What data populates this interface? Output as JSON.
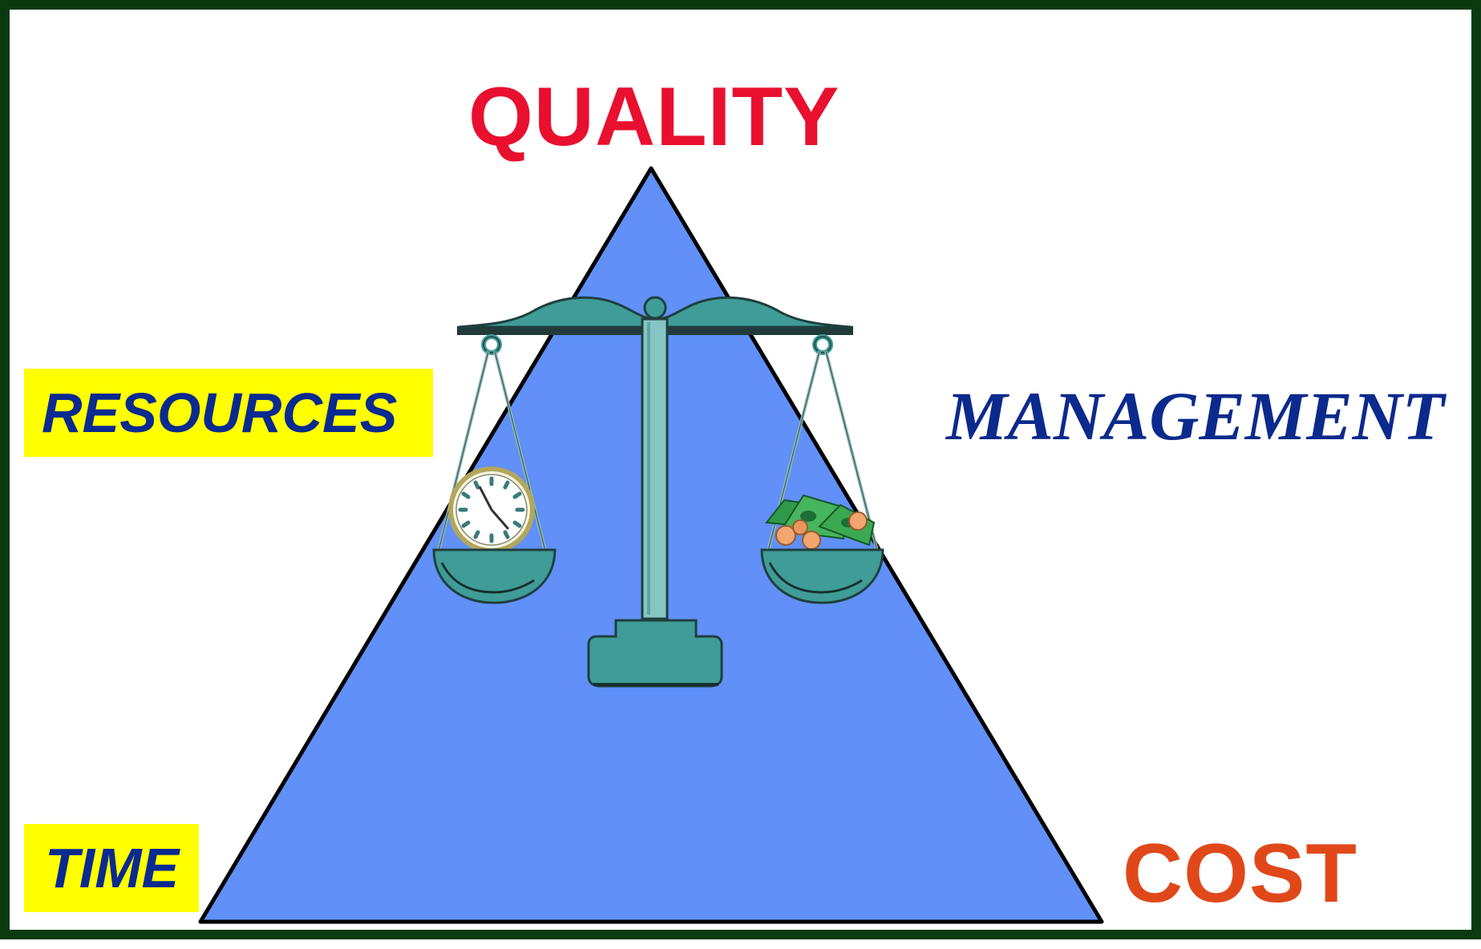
{
  "labels": {
    "quality": "QUALITY",
    "cost": "COST",
    "resources": "RESOURCES",
    "time": "TIME",
    "management": "MANAGEMENT"
  },
  "icons": {
    "balance_scale": "balance-scale-icon",
    "clock": "clock-icon",
    "money": "money-icon"
  },
  "colors": {
    "frame": "#0b3a10",
    "triangle": "#6090f8",
    "scale": "#3f9c97",
    "quality": "#e8102e",
    "cost": "#e0481a",
    "yellow_highlight": "#ffff00",
    "blue_text": "#0a2a90"
  }
}
